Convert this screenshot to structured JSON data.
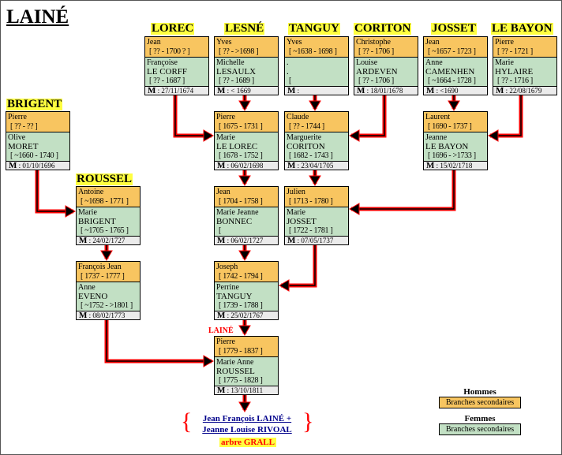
{
  "title": "LAINÉ",
  "families": [
    {
      "id": "brigent",
      "name": "BRIGENT"
    },
    {
      "id": "roussel",
      "name": "ROUSSEL"
    },
    {
      "id": "lorec",
      "name": "LOREC"
    },
    {
      "id": "lesne",
      "name": "LESNÉ"
    },
    {
      "id": "tanguy",
      "name": "TANGUY"
    },
    {
      "id": "coriton",
      "name": "CORITON"
    },
    {
      "id": "josset",
      "name": "JOSSET"
    },
    {
      "id": "lebayon",
      "name": "LE BAYON"
    }
  ],
  "couples": [
    {
      "id": "lorec",
      "husband": [
        "Jean",
        "[ ?? - 1700 ? ]"
      ],
      "wife": [
        "Françoise",
        "LE CORFF",
        "[ ?? - 1687 ]"
      ],
      "marriage": "27/11/1674"
    },
    {
      "id": "lesne",
      "husband": [
        "Yves",
        "[ ?? - >1698 ]"
      ],
      "wife": [
        "Michelle",
        "LESAULX",
        "[ ?? - 1689 ]"
      ],
      "marriage": "< 1669"
    },
    {
      "id": "tanguy",
      "husband": [
        "Yves",
        "[ ~1638 - 1698 ]"
      ],
      "wife": [
        ".",
        ".",
        "["
      ],
      "marriage": ""
    },
    {
      "id": "coriton",
      "husband": [
        "Christophe",
        "[ ?? - 1706 ]"
      ],
      "wife": [
        "Louise",
        "ARDEVEN",
        "[ ?? - 1706 ]"
      ],
      "marriage": "18/01/1678"
    },
    {
      "id": "josset",
      "husband": [
        "Jean",
        "[ ~1657 - 1723 ]"
      ],
      "wife": [
        "Anne",
        "CAMENHEN",
        "[ ~1664 - 1728 ]"
      ],
      "marriage": " <1690"
    },
    {
      "id": "lebayon",
      "husband": [
        "Pierre",
        "[ ?? - 1721 ]"
      ],
      "wife": [
        "Marie",
        "HYLAIRE",
        "[ ?? - 1716 ]"
      ],
      "marriage": "22/08/1679"
    },
    {
      "id": "brigent",
      "husband": [
        "Pierre",
        "[ ?? - ?? ]"
      ],
      "wife": [
        "Olive",
        "MORET",
        "[ ~1660 - 1740 ]"
      ],
      "marriage": "01/10/1696"
    },
    {
      "id": "lesne2",
      "husband": [
        "Pierre",
        "[ 1675 - 1731 ]"
      ],
      "wife": [
        "Marie",
        "LE LOREC",
        "[ 1678 - 1752 ]"
      ],
      "marriage": "06/02/1698"
    },
    {
      "id": "tanguy2",
      "husband": [
        "Claude",
        "[ ?? - 1744 ]"
      ],
      "wife": [
        "Marguerite",
        "CORITON",
        "[ 1682 - 1743 ]"
      ],
      "marriage": "23/04/1705"
    },
    {
      "id": "josset2",
      "husband": [
        "Laurent",
        "[ 1690 - 1737 ]"
      ],
      "wife": [
        "Jeanne",
        "LE BAYON",
        "[ 1696 - >1733 ]"
      ],
      "marriage": "15/02/1718"
    },
    {
      "id": "roussel",
      "husband": [
        "Antoine",
        "[ ~1698 - 1771 ]"
      ],
      "wife": [
        "Marie",
        "BRIGENT",
        "[ ~1705 - 1765 ]"
      ],
      "marriage": "24/02/1727"
    },
    {
      "id": "lesne3",
      "husband": [
        "Jean",
        "[ 1704 - 1758 ]"
      ],
      "wife": [
        "Marie Jeanne",
        "BONNEC",
        "["
      ],
      "marriage": "06/02/1727"
    },
    {
      "id": "tanguy3",
      "husband": [
        "Julien",
        "[ 1713 - 1780 ]"
      ],
      "wife": [
        "Marie",
        "JOSSET",
        "[ 1722 - 1781 ]"
      ],
      "marriage": "07/05/1737"
    },
    {
      "id": "roussel2",
      "husband": [
        "François Jean",
        "[ 1737 - 1777 ]"
      ],
      "wife": [
        "Anne",
        "EVENO",
        "[ ~1752 - >1801 ]"
      ],
      "marriage": "08/02/1773"
    },
    {
      "id": "lesne4",
      "husband": [
        "Joseph",
        "[ 1742 - 1794 ]"
      ],
      "wife": [
        "Perrine",
        "TANGUY",
        "[ 1739 - 1788 ]"
      ],
      "marriage": "25/02/1767"
    },
    {
      "id": "laine",
      "husband": [
        "Pierre",
        "[ 1779 - 1837 ]"
      ],
      "wife": [
        "Marie Anne",
        "ROUSSEL",
        "[ 1775 - 1828 ]"
      ],
      "marriage": "13/10/1811"
    }
  ],
  "marriage_label": "M",
  "laine_label": "LAINÉ",
  "descendants": {
    "line1": "Jean François LAINÉ +",
    "line2": "Jeanne Louise RIVOAL",
    "tree": "arbre GRALL"
  },
  "legend": {
    "men_title": "Hommes",
    "men_box": "Branches secondaires",
    "women_title": "Femmes",
    "women_box": "Branches secondaires"
  },
  "colors": {
    "male": "#f8c560",
    "female": "#c2e0c4",
    "arrow": "#ff0000",
    "family_bg": "#ffff40"
  }
}
